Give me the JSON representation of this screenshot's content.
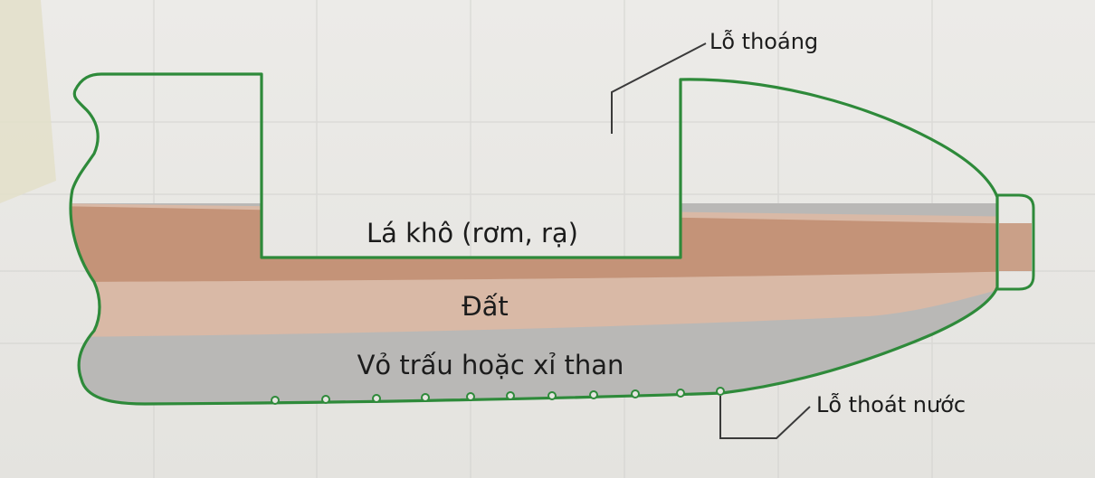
{
  "diagram": {
    "layers": [
      {
        "label": "Lá khô (rơm, rạ)",
        "color": "#c49378"
      },
      {
        "label": "Đất",
        "color": "#d9b9a6"
      },
      {
        "label": "Vỏ trấu hoặc xỉ than",
        "color": "#b9b8b6"
      }
    ],
    "callouts": {
      "vent": "Lỗ thoáng",
      "drain": "Lỗ thoát nước"
    },
    "colors": {
      "outline": "#2e8a3a",
      "background": "#e6e5e1",
      "grid": "#cfcfcc"
    }
  }
}
